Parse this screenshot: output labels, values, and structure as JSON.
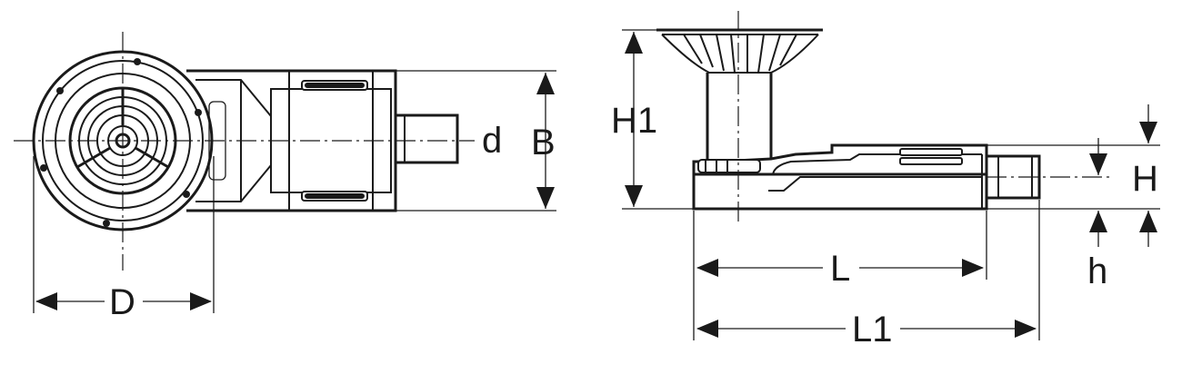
{
  "diagram": {
    "views": [
      {
        "id": "top-view",
        "labels": {
          "D": "D",
          "d": "d",
          "B": "B"
        }
      },
      {
        "id": "side-view",
        "labels": {
          "H1": "H1",
          "H": "H",
          "h": "h",
          "L": "L",
          "L1": "L1"
        }
      }
    ]
  },
  "labels": {
    "D": "D",
    "d": "d",
    "B": "B",
    "H1": "H1",
    "H": "H",
    "h": "h",
    "L": "L",
    "L1": "L1"
  },
  "colors": {
    "line": "#1a1a1a",
    "background": "#ffffff"
  }
}
